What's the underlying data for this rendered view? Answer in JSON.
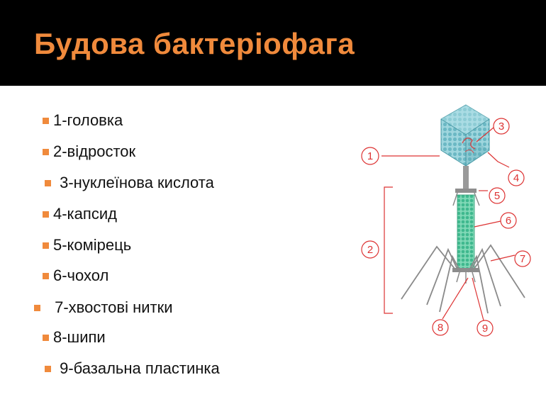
{
  "slide": {
    "title": "Будова бактеріофага",
    "accent_color": "#f08a3c",
    "header_color": "#000000"
  },
  "legend": [
    {
      "text": "1-головка"
    },
    {
      "text": "2-відросток"
    },
    {
      "text": " 3-нуклеїнова кислота"
    },
    {
      "text": "4-капсид"
    },
    {
      "text": "5-комірець"
    },
    {
      "text": "6-чохол"
    },
    {
      "text": " 7-хвостові нитки"
    },
    {
      "text": "8-шипи"
    },
    {
      "text": " 9-базальна пластинка"
    }
  ],
  "diagram": {
    "labels": [
      "1",
      "2",
      "3",
      "4",
      "5",
      "6",
      "7",
      "8",
      "9"
    ],
    "capsid_color": "#7fc6d0",
    "sheath_color": "#5fc7a0",
    "label_color": "#dd3333"
  }
}
